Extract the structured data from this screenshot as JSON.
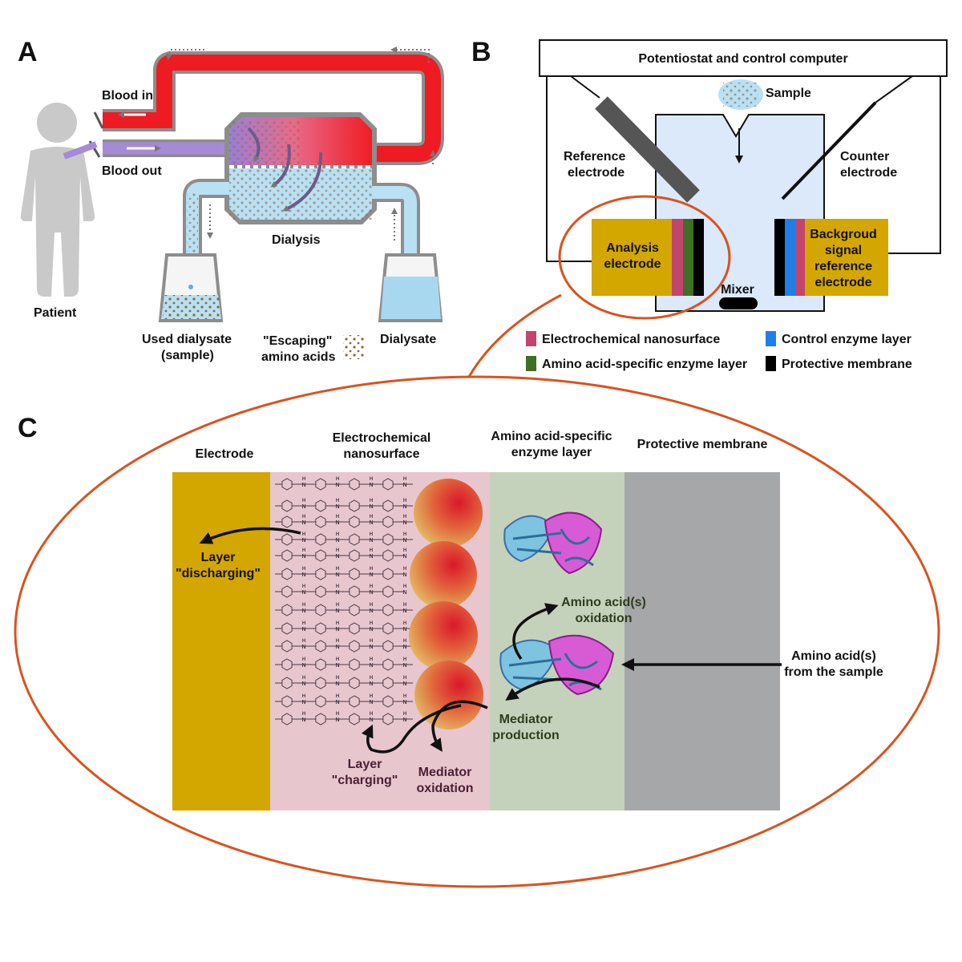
{
  "panels": {
    "a": "A",
    "b": "B",
    "c": "C"
  },
  "panel_a": {
    "patient": "Patient",
    "blood_in": "Blood in",
    "blood_out": "Blood out",
    "dialysis": "Dialysis",
    "used_dialysate_line1": "Used dialysate",
    "used_dialysate_line2": "(sample)",
    "escaping_line1": "\"Escaping\"",
    "escaping_line2": "amino acids",
    "dialysate": "Dialysate"
  },
  "panel_b": {
    "potentiostat": "Potentiostat and control computer",
    "sample": "Sample",
    "reference_line1": "Reference",
    "reference_line2": "electrode",
    "counter_line1": "Counter",
    "counter_line2": "electrode",
    "analysis_line1": "Analysis",
    "analysis_line2": "electrode",
    "background_line1": "Backgroud",
    "background_line2": "signal",
    "background_line3": "reference",
    "background_line4": "electrode",
    "mixer": "Mixer",
    "legend": [
      {
        "label": "Electrochemical nanosurface",
        "color": "#c2456e"
      },
      {
        "label": "Amino acid-specific enzyme layer",
        "color": "#3f6e25"
      },
      {
        "label": "Control enzyme layer",
        "color": "#1f7fe8"
      },
      {
        "label": "Protective membrane",
        "color": "#000000"
      }
    ]
  },
  "panel_c": {
    "electrode": "Electrode",
    "nanosurface_line1": "Electrochemical",
    "nanosurface_line2": "nanosurface",
    "enzyme_line1": "Amino acid-specific",
    "enzyme_line2": "enzyme layer",
    "membrane": "Protective membrane",
    "layer_discharging_line1": "Layer",
    "layer_discharging_line2": "\"discharging\"",
    "amino_oxidation_line1": "Amino acid(s)",
    "amino_oxidation_line2": "oxidation",
    "amino_sample_line1": "Amino acid(s)",
    "amino_sample_line2": "from the sample",
    "mediator_production_line1": "Mediator",
    "mediator_production_line2": "production",
    "layer_charging_line1": "Layer",
    "layer_charging_line2": "\"charging\"",
    "mediator_oxidation_line1": "Mediator",
    "mediator_oxidation_line2": "oxidation",
    "molecule_atom": "N",
    "molecule_h": "H"
  },
  "colors": {
    "blood_red": "#e8131a",
    "dialysate_blue": "#a8d8ef",
    "electrode_gold": "#d4a600",
    "nanosurface_pink": "#e8c6ce",
    "enzyme_green": "#c5d2bb",
    "membrane_gray": "#a6a7a9",
    "ellipse_orange": "#d9531e",
    "chamber_blue": "#dce9fb"
  }
}
